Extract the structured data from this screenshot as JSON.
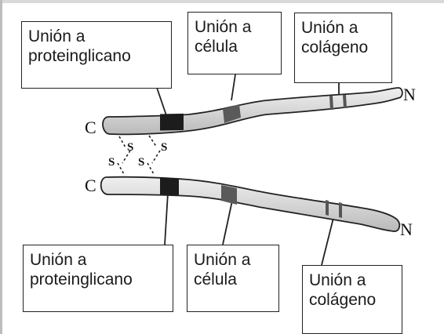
{
  "labels": {
    "top_proteoglycan": [
      "Unión a",
      "proteinglicano"
    ],
    "top_cell": [
      "Unión a",
      "célula"
    ],
    "top_collagen": [
      "Unión a",
      "colágeno"
    ],
    "bottom_proteoglycan": [
      "Unión a",
      "proteinglicano"
    ],
    "bottom_cell": [
      "Unión a",
      "célula"
    ],
    "bottom_collagen": [
      "Unión a",
      "colágeno"
    ]
  },
  "termini": {
    "top_c": "C",
    "top_n": "N",
    "bottom_c": "C",
    "bottom_n": "N"
  },
  "disulfide": {
    "s1": "S",
    "s2": "S",
    "s3": "S",
    "s4": "S"
  },
  "colors": {
    "strand_fill": "#d4d4d4",
    "proteoglycan_domain": "#1c1c1c",
    "cell_domain": "#5a5a5a",
    "outline": "#222222"
  }
}
